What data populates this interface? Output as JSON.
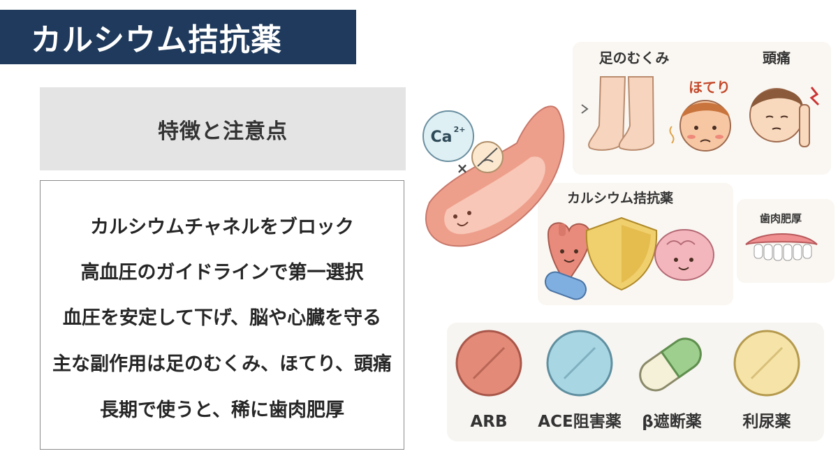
{
  "title": "カルシウム拮抗薬",
  "subtitle": "特徴と注意点",
  "points": [
    "カルシウムチャネルをブロック",
    "高血圧のガイドラインで第一選択",
    "血圧を安定して下げ、脳や心臓を守る",
    "主な副作用は足のむくみ、ほてり、頭痛",
    "長期で使うと、稀に歯肉肥厚"
  ],
  "illustration": {
    "ion_label": "Ca",
    "ion_charge": "2+",
    "block_mark": "×",
    "swelling_label": "足のむくみ",
    "flush_label": "ほてり",
    "headache_label": "頭痛",
    "drug_label": "カルシウム拮抗薬",
    "gum_label": "歯肉肥厚",
    "other_drugs": [
      "ARB",
      "ACE阻害薬",
      "β遮断薬",
      "利尿薬"
    ]
  },
  "colors": {
    "title_bg": "#1f3a5c",
    "subtitle_bg": "#e4e4e4",
    "arb_pill": "#e38a78",
    "ace_pill": "#a9d6e3",
    "beta_capsule": "#9fcf8e",
    "diuretic_pill": "#f5e3a8",
    "shield": "#f0cf6d"
  }
}
